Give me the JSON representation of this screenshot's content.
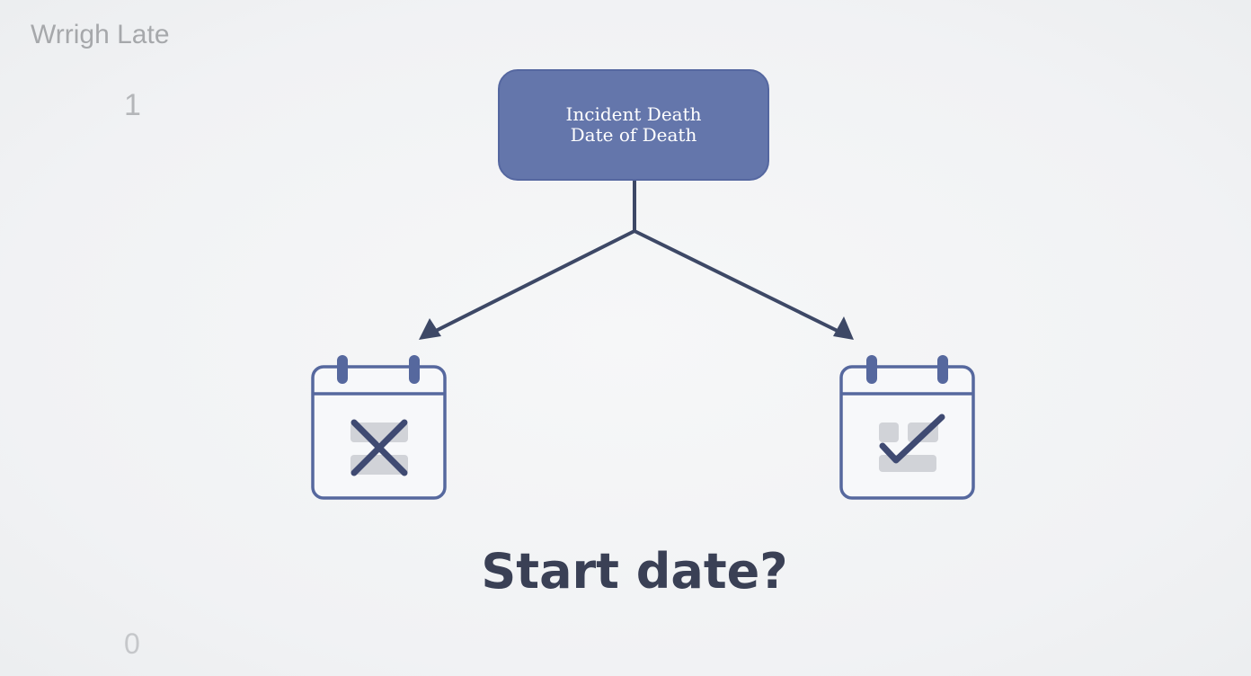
{
  "corner_label": "Wrrigh Late",
  "axis": {
    "top": "1",
    "bottom": "0"
  },
  "top_node": {
    "line1": "Incident Death",
    "line2": "Date of Death"
  },
  "left_node": {
    "icon": "calendar-x-icon"
  },
  "right_node": {
    "icon": "calendar-check-icon"
  },
  "question": "Start date?",
  "colors": {
    "node_fill": "#6476ab",
    "line": "#3d4866",
    "icon_stroke": "#56689e",
    "mark": "#3f4a72",
    "placeholder": "#d1d3d8",
    "question_text": "#3a4055"
  }
}
